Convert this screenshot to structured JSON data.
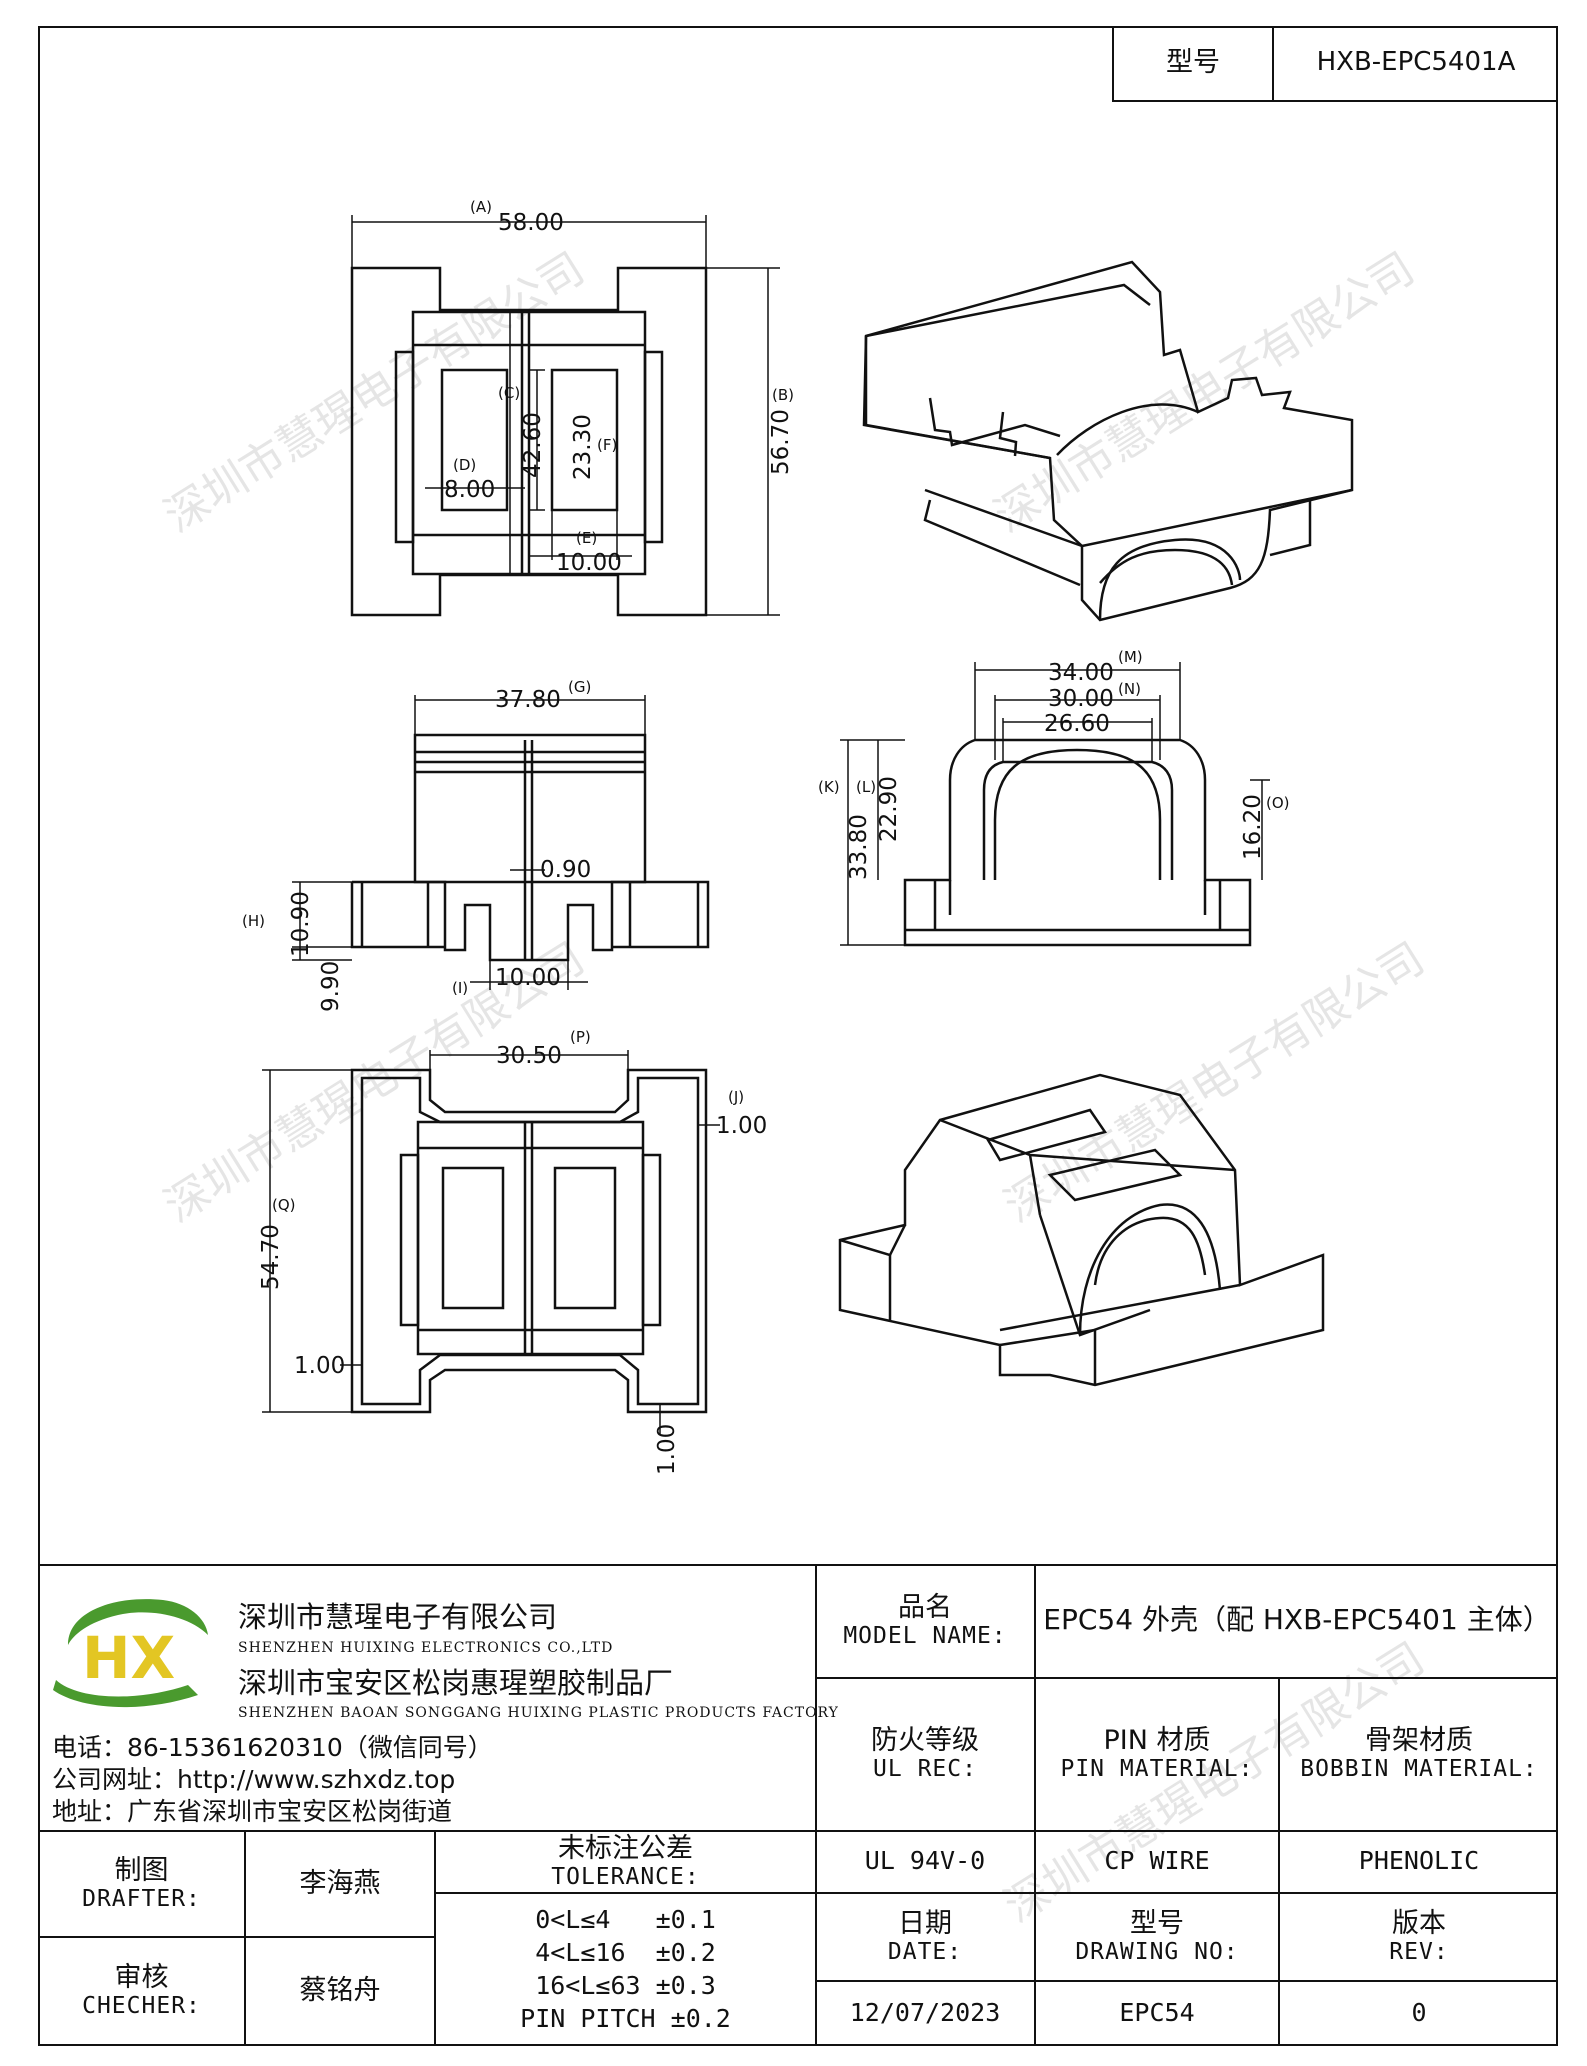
{
  "model_header": {
    "label": "型号",
    "value": "HXB-EPC5401A"
  },
  "dimensions": {
    "A": "58.00",
    "B": "56.70",
    "C": "42.60",
    "D": "8.00",
    "E": "10.00",
    "F": "23.30",
    "G": "37.80",
    "H": "10.90",
    "H2": "9.90",
    "I": "10.00",
    "gap": "0.90",
    "M": "34.00",
    "N": "30.00",
    "N2": "26.60",
    "K": "33.80",
    "L": "22.90",
    "O": "16.20",
    "P": "30.50",
    "J": "1.00",
    "Q": "54.70",
    "Q2": "1.00",
    "Q3": "1.00"
  },
  "dim_letters": {
    "A": "(A)",
    "B": "(B)",
    "C": "(C)",
    "D": "(D)",
    "E": "(E)",
    "F": "(F)",
    "G": "(G)",
    "H": "(H)",
    "I": "(I)",
    "M": "(M)",
    "N": "(N)",
    "K": "(K)",
    "L": "(L)",
    "O": "(O)",
    "P": "(P)",
    "J": "(J)",
    "Q": "(Q)"
  },
  "watermark": "深圳市慧瑆电子有限公司",
  "company": {
    "logo_text": "HX",
    "name_cn": "深圳市慧瑆电子有限公司",
    "name_en": "SHENZHEN HUIXING ELECTRONICS CO.,LTD",
    "factory_cn": "深圳市宝安区松岗惠瑆塑胶制品厂",
    "factory_en": "SHENZHEN BAOAN SONGGANG HUIXING PLASTIC PRODUCTS FACTORY",
    "phone": "电话：86-15361620310（微信同号）",
    "website": "公司网址：http://www.szhxdz.top",
    "address": "地址：广东省深圳市宝安区松岗街道"
  },
  "title_block": {
    "model_name_cn": "品名",
    "model_name_en": "MODEL NAME:",
    "model_name_value": "EPC54 外壳（配 HXB-EPC5401 主体）",
    "fire_cn": "防火等级",
    "fire_en": "UL REC:",
    "pin_cn": "PIN 材质",
    "pin_en": "PIN MATERIAL:",
    "bobbin_cn": "骨架材质",
    "bobbin_en": "BOBBIN MATERIAL:",
    "fire_value": "UL 94V-0",
    "pin_value": "CP WIRE",
    "bobbin_value": "PHENOLIC",
    "drafter_cn": "制图",
    "drafter_en": "DRAFTER:",
    "drafter_name": "李海燕",
    "checker_cn": "审核",
    "checker_en": "CHECHER:",
    "checker_name": "蔡铭舟",
    "tolerance_cn": "未标注公差",
    "tolerance_en": "TOLERANCE:",
    "tolerance_lines": [
      "0<L≤4   ±0.1",
      "4<L≤16  ±0.2",
      "16<L≤63 ±0.3",
      "PIN PITCH ±0.2"
    ],
    "date_cn": "日期",
    "date_en": "DATE:",
    "drawing_cn": "型号",
    "drawing_en": "DRAWING NO:",
    "rev_cn": "版本",
    "rev_en": "REV:",
    "date_value": "12/07/2023",
    "drawing_value": "EPC54",
    "rev_value": "0"
  }
}
